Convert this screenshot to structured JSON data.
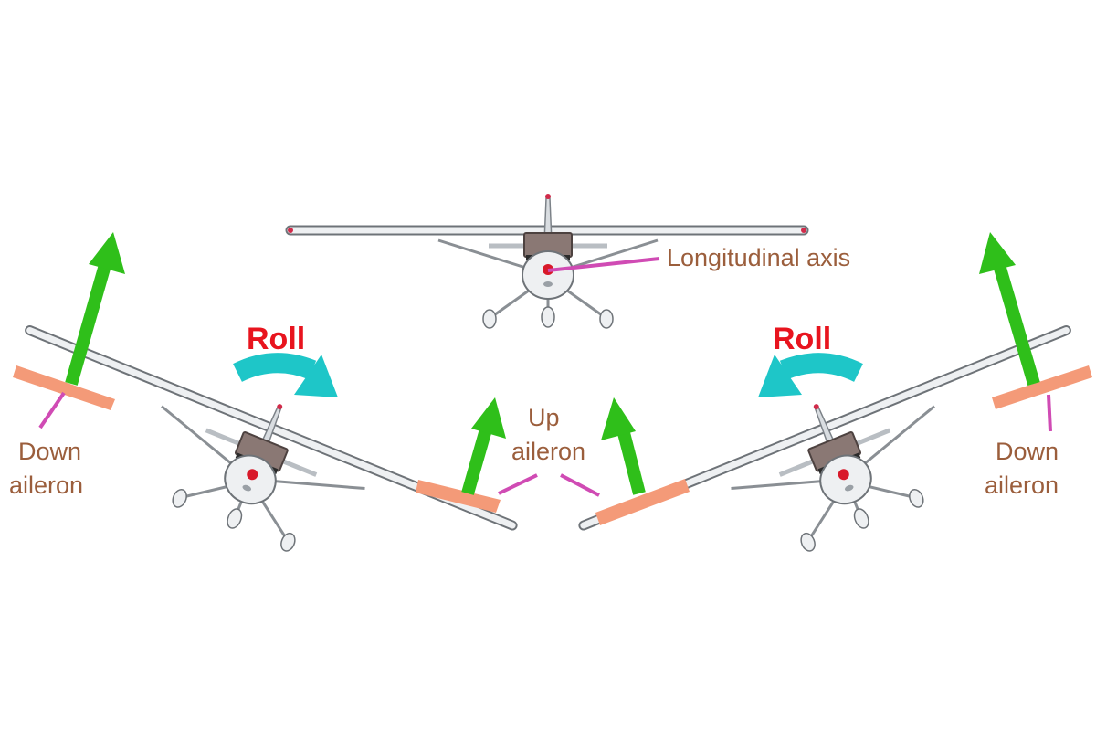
{
  "labels": {
    "longitudinal_axis": "Longitudinal axis",
    "roll_left": "Roll",
    "roll_right": "Roll",
    "down_aileron_left_line1": "Down",
    "down_aileron_left_line2": "aileron",
    "up_aileron_line1": "Up",
    "up_aileron_line2": "aileron",
    "down_aileron_right_line1": "Down",
    "down_aileron_right_line2": "aileron"
  },
  "colors": {
    "lift_arrow": "#2fbf1a",
    "roll_arrow": "#1ec6c8",
    "aileron": "#f49a78",
    "leader_line": "#d04bb4",
    "label_text": "#9b5e3c",
    "roll_text": "#e8141e",
    "wing": "#eef0f2",
    "fuselage": "#7a6a66"
  },
  "icons": {
    "airplane": "airplane-icon",
    "lift": "arrow-up-icon",
    "roll": "curved-arrow-icon"
  }
}
